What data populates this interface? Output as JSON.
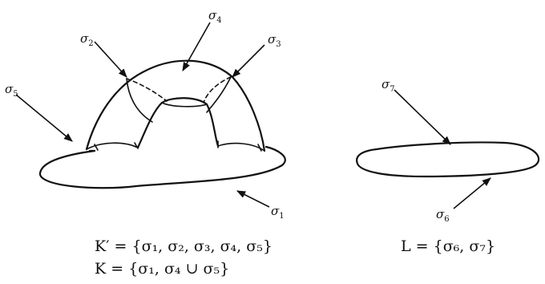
{
  "labels": {
    "s1": {
      "base": "σ",
      "sub": "1"
    },
    "s2": {
      "base": "σ",
      "sub": "2"
    },
    "s3": {
      "base": "σ",
      "sub": "3"
    },
    "s4": {
      "base": "σ",
      "sub": "4"
    },
    "s5": {
      "base": "σ",
      "sub": "5"
    },
    "s6": {
      "base": "σ",
      "sub": "6"
    },
    "s7": {
      "base": "σ",
      "sub": "7"
    }
  },
  "equations": {
    "k_prime": "K′ = {σ₁, σ₂, σ₃, σ₄, σ₅}",
    "k": "K = {σ₁, σ₄ ∪ σ₅}",
    "l": "L = {σ₆, σ₇}"
  }
}
